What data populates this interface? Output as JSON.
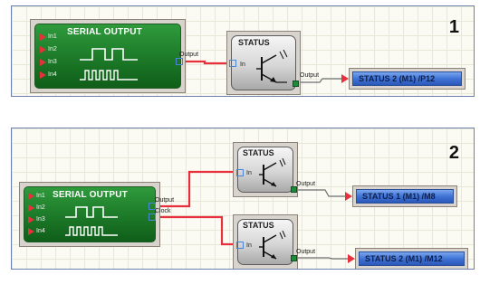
{
  "panel1": {
    "number": "1",
    "serial": {
      "title": "SERIAL OUTPUT",
      "inputs": [
        "In1",
        "In2",
        "In3",
        "In4"
      ],
      "output_label": "Output"
    },
    "status": {
      "title": "STATUS",
      "in_label": "In",
      "out_label": "Output"
    },
    "tag": "STATUS 2 (M1) /P12"
  },
  "panel2": {
    "number": "2",
    "serial": {
      "title": "SERIAL OUTPUT",
      "inputs": [
        "In1",
        "In2",
        "In3",
        "In4"
      ],
      "output_label": "Output",
      "clock_label": "Clock"
    },
    "status_a": {
      "title": "STATUS",
      "in_label": "In",
      "out_label": "Output"
    },
    "status_b": {
      "title": "STATUS",
      "in_label": "In",
      "out_label": "Output"
    },
    "tag_a": "STATUS 1 (M1) /M8",
    "tag_b": "STATUS 2 (M1) /M12"
  },
  "colors": {
    "wire_active": "#e8303c",
    "wire_inactive": "#6e6e6e",
    "block_green": "#1f7f2b",
    "tag_blue": "#3f73d6"
  },
  "icons": {
    "waveform": "serial-waveform-icon",
    "transistor": "transistor-icon"
  }
}
